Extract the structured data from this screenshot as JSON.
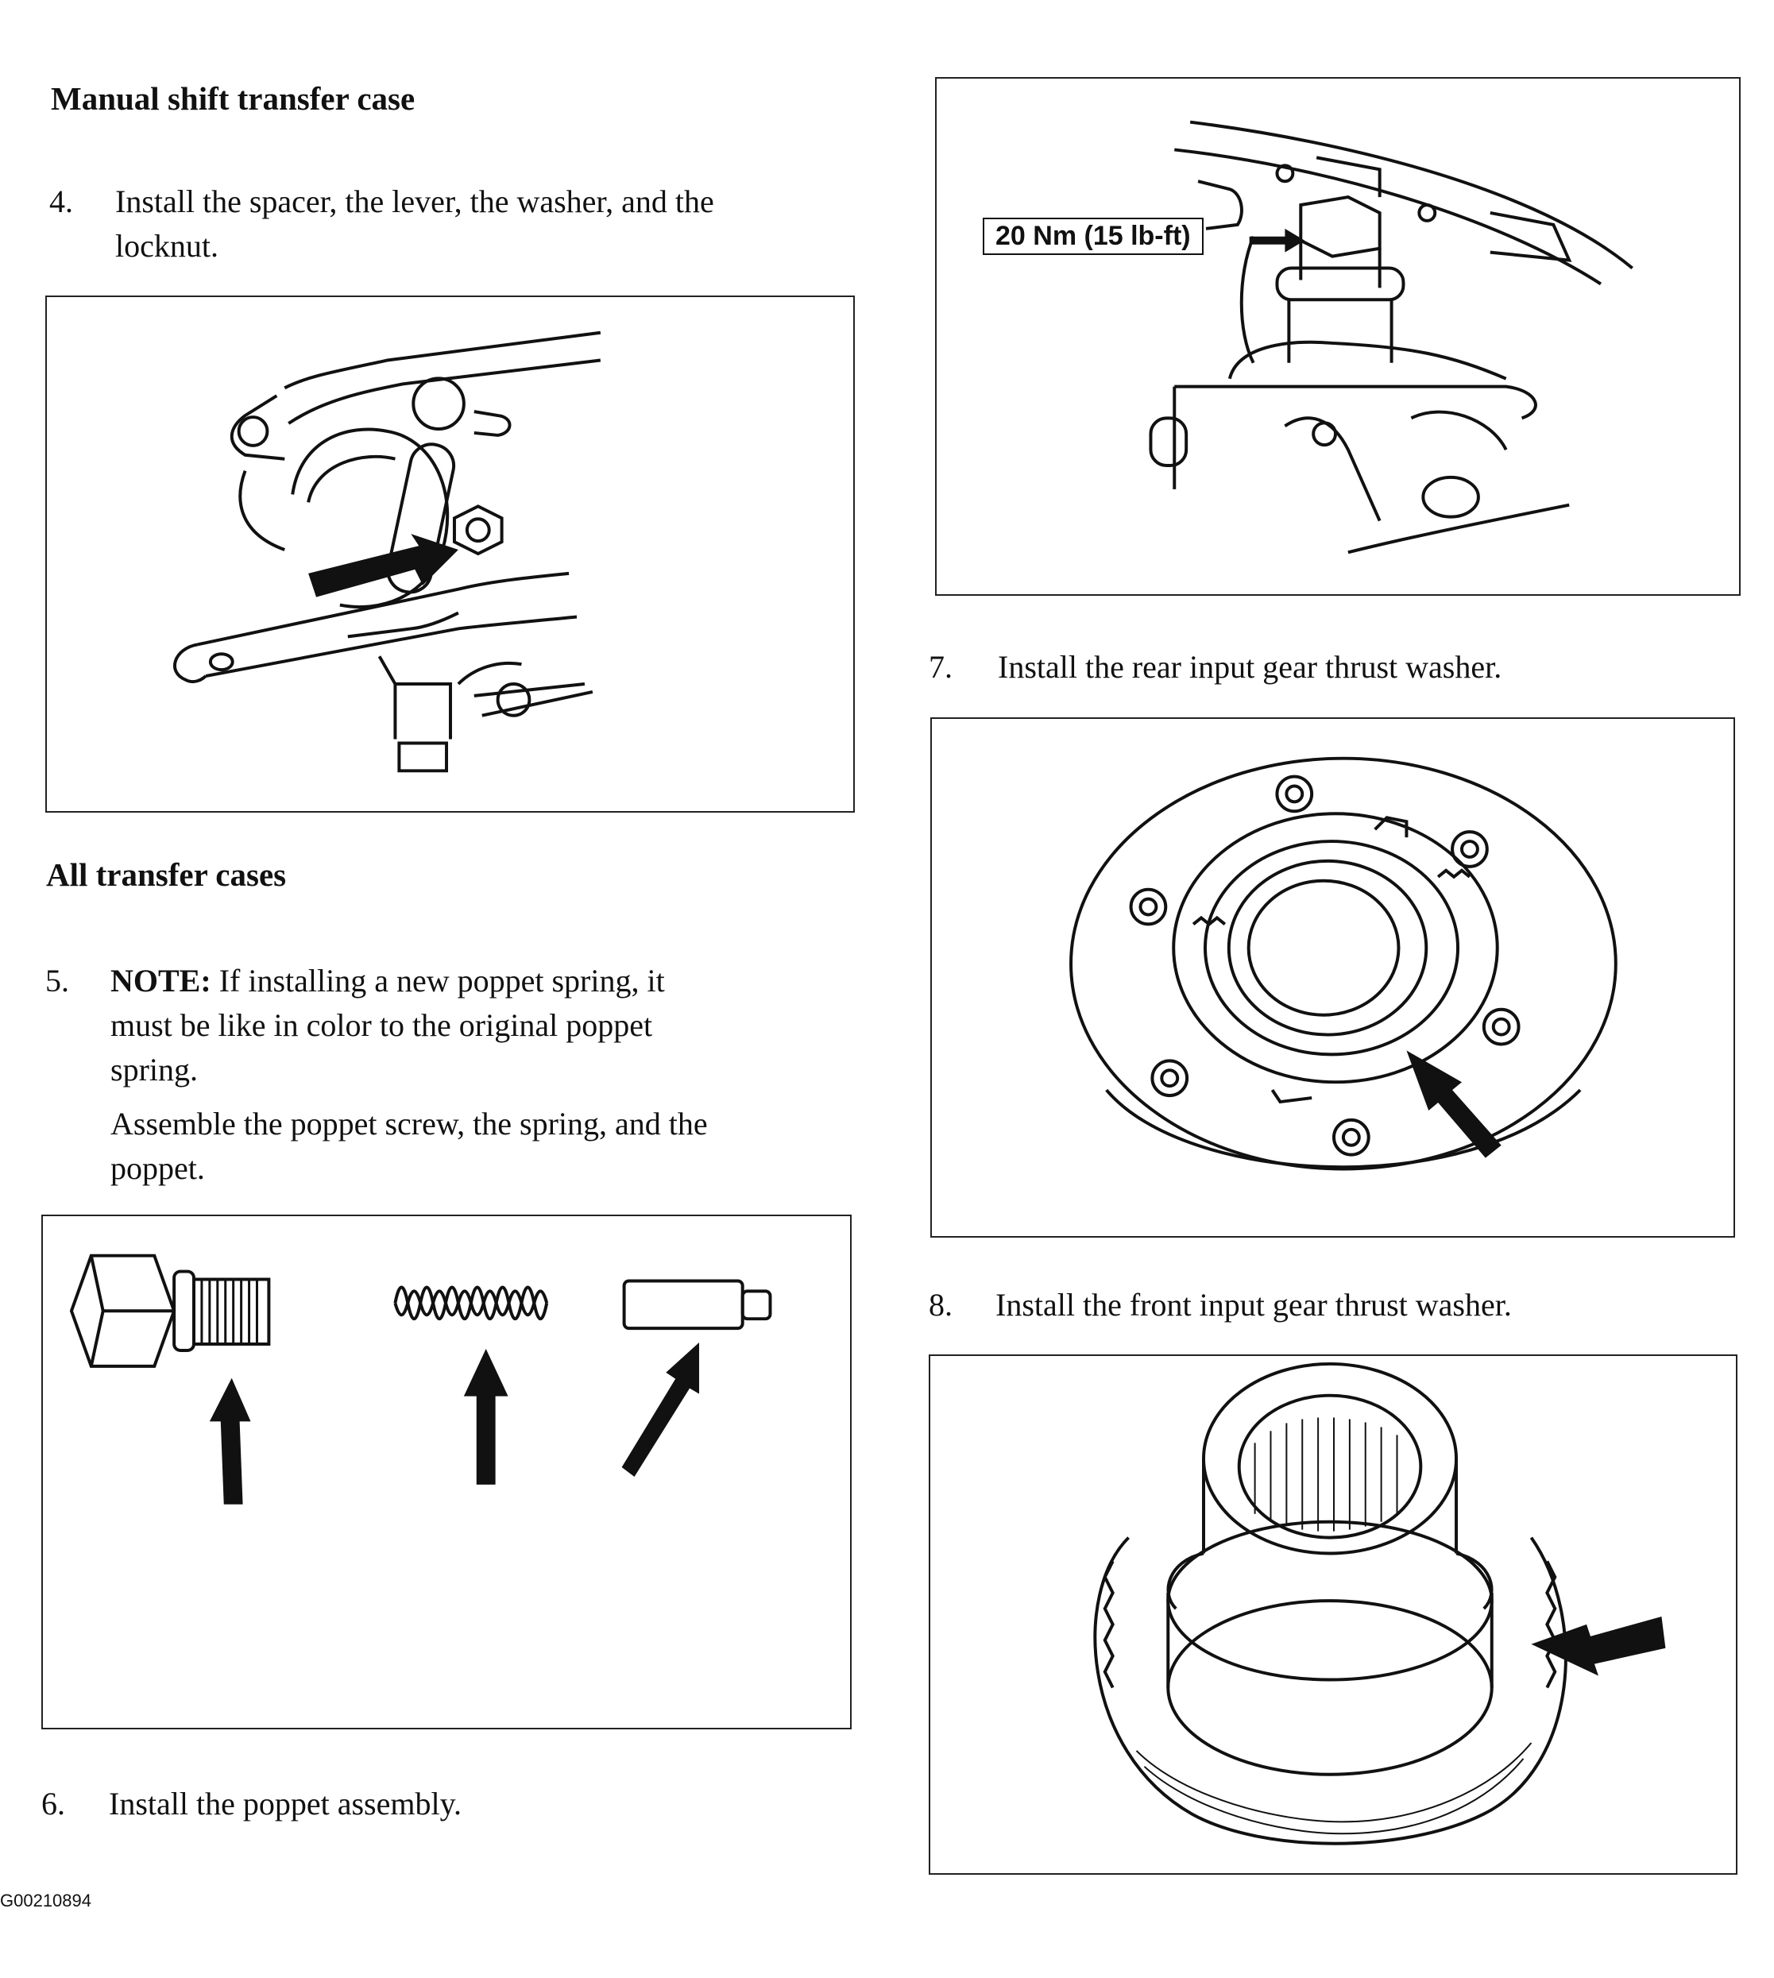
{
  "sections": {
    "manual_heading": "Manual shift transfer case",
    "all_heading": "All transfer cases"
  },
  "steps": {
    "s4": {
      "num": "4.",
      "line1": "Install the spacer, the lever, the washer, and the",
      "line2": "locknut."
    },
    "s5": {
      "num": "5.",
      "note_label": "NOTE:",
      "note_line1": "If installing a new poppet spring, it",
      "note_line2": "must be like in color to the original poppet",
      "note_line3": "spring.",
      "body_line1": "Assemble the poppet screw, the spring, and the",
      "body_line2": "poppet."
    },
    "s6": {
      "num": "6.",
      "text": "Install the poppet assembly."
    },
    "s7": {
      "num": "7.",
      "text": "Install the rear input gear thrust washer."
    },
    "s8": {
      "num": "8.",
      "text": "Install the front input gear thrust washer."
    }
  },
  "figures": {
    "torque_callout": "20 Nm (15 lb-ft)"
  },
  "footer": {
    "code": "G00210894"
  }
}
